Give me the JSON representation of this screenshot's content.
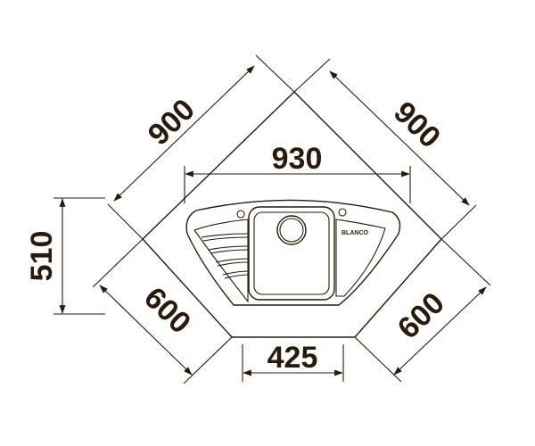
{
  "dimensions": {
    "top_left_diag": "900",
    "top_right_diag": "900",
    "width_top": "930",
    "depth_left": "510",
    "bottom_left_diag": "600",
    "bottom_right_diag": "600",
    "bottom_width": "425"
  },
  "sink": {
    "logo_text": "BLANCO"
  },
  "colors": {
    "ink": "#2a1a0a",
    "background": "#ffffff"
  }
}
